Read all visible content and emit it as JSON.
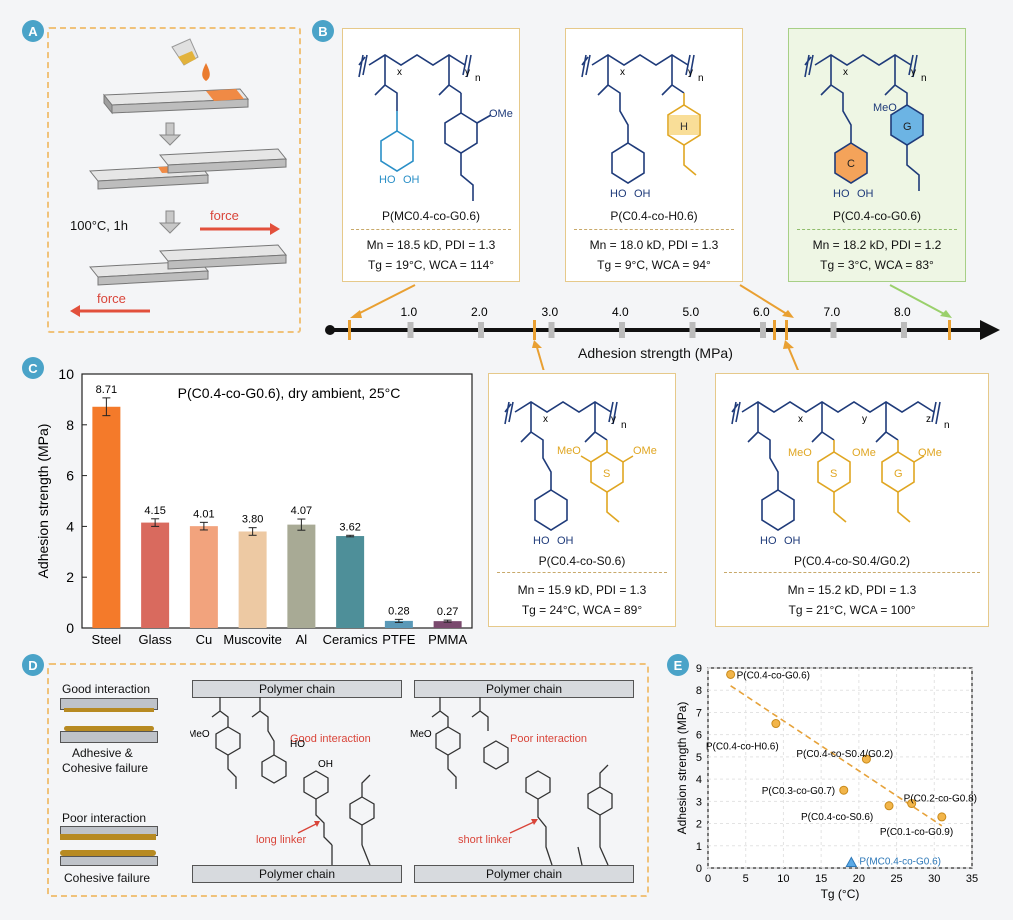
{
  "panels": {
    "a": "A",
    "b": "B",
    "c": "C",
    "d": "D",
    "e": "E"
  },
  "panel_a": {
    "condition": "100°C, 1h",
    "force_right": "force",
    "force_left": "force"
  },
  "polymers": [
    {
      "name": "P(MC0.4-co-G0.6)",
      "line1": "Mn = 18.5 kD, PDI = 1.3",
      "line2": "Tg = 19°C, WCA = 114°",
      "ring_labels": [
        "HO",
        "OH",
        "OMe"
      ],
      "subs": [
        "x",
        "y",
        "n"
      ]
    },
    {
      "name": "P(C0.4-co-H0.6)",
      "line1": "Mn = 18.0 kD, PDI = 1.3",
      "line2": "Tg = 9°C, WCA = 94°",
      "ring_labels": [
        "HO",
        "OH",
        "H"
      ],
      "subs": [
        "x",
        "y",
        "n"
      ]
    },
    {
      "name": "P(C0.4-co-G0.6)",
      "line1": "Mn = 18.2 kD, PDI = 1.2",
      "line2": "Tg = 3°C, WCA = 83°",
      "ring_labels": [
        "HO",
        "OH",
        "MeO",
        "C",
        "G"
      ],
      "subs": [
        "x",
        "y",
        "n"
      ]
    },
    {
      "name": "P(C0.4-co-S0.6)",
      "line1": "Mn = 15.9 kD, PDI = 1.3",
      "line2": "Tg = 24°C, WCA = 89°",
      "ring_labels": [
        "HO",
        "OH",
        "MeO",
        "OMe",
        "S"
      ],
      "subs": [
        "x",
        "y",
        "n"
      ]
    },
    {
      "name": "P(C0.4-co-S0.4/G0.2)",
      "line1": "Mn = 15.2 kD, PDI = 1.3",
      "line2": "Tg = 21°C, WCA = 100°",
      "ring_labels": [
        "HO",
        "OH",
        "MeO",
        "OMe",
        "MeO",
        "OMe",
        "S",
        "G"
      ],
      "subs": [
        "x",
        "y",
        "z",
        "n"
      ]
    }
  ],
  "axis_b": {
    "title": "Adhesion strength (MPa)",
    "ticks": [
      "1.0",
      "2.0",
      "3.0",
      "4.0",
      "5.0",
      "6.0",
      "7.0",
      "8.0"
    ]
  },
  "panel_d": {
    "good_interaction": "Good interaction",
    "adhesive_failure_1": "Adhesive &",
    "adhesive_failure_2": "Cohesive failure",
    "poor_interaction": "Poor interaction",
    "cohesive_failure": "Cohesive failure",
    "polymer_chain": "Polymer chain",
    "good_label": "Good interaction",
    "poor_label": "Poor interaction",
    "long_linker": "long linker",
    "short_linker": "short linker",
    "atom_labels": [
      "MeO",
      "HO",
      "OH",
      "MeO"
    ]
  },
  "chart_data": [
    {
      "type": "bar",
      "title": "P(C0.4-co-G0.6), dry ambient, 25°C",
      "xlabel": "",
      "ylabel": "Adhesion strength (MPa)",
      "ylim": [
        0,
        10
      ],
      "yticks": [
        "0",
        "2",
        "4",
        "6",
        "8",
        "10"
      ],
      "categories": [
        "Steel",
        "Glass",
        "Cu",
        "Muscovite",
        "Al",
        "Ceramics",
        "PTFE",
        "PMMA"
      ],
      "values": [
        8.71,
        4.15,
        4.01,
        3.8,
        4.07,
        3.62,
        0.28,
        0.27
      ],
      "labels": [
        "8.71",
        "4.15",
        "4.01",
        "3.80",
        "4.07",
        "3.62",
        "0.28",
        "0.27"
      ],
      "errors": [
        0.35,
        0.15,
        0.15,
        0.15,
        0.22,
        0.03,
        0.06,
        0.04
      ],
      "colors": [
        "#f47a2a",
        "#d96a5e",
        "#f2a37d",
        "#edc9a3",
        "#a8aa95",
        "#4e8f99",
        "#5a99b8",
        "#7a4a6e"
      ]
    },
    {
      "type": "scatter",
      "xlabel": "Tg (°C)",
      "ylabel": "Adhesion strength (MPa)",
      "xlim": [
        0,
        35
      ],
      "ylim": [
        0,
        9
      ],
      "xticks": [
        "0",
        "5",
        "10",
        "15",
        "20",
        "25",
        "30",
        "35"
      ],
      "yticks": [
        "0",
        "1",
        "2",
        "3",
        "4",
        "5",
        "6",
        "7",
        "8",
        "9"
      ],
      "grid": true,
      "points": [
        {
          "label": "P(C0.4-co-G0.6)",
          "x": 3,
          "y": 8.71
        },
        {
          "label": "P(C0.4-co-H0.6)",
          "x": 9,
          "y": 6.5
        },
        {
          "label": "P(C0.4-co-S0.4/G0.2)",
          "x": 21,
          "y": 4.9
        },
        {
          "label": "P(C0.3-co-G0.7)",
          "x": 18,
          "y": 3.5
        },
        {
          "label": "P(C0.2-co-G0.8)",
          "x": 27,
          "y": 2.9
        },
        {
          "label": "P(C0.4-co-S0.6)",
          "x": 24,
          "y": 2.8
        },
        {
          "label": "P(C0.1-co-G0.9)",
          "x": 31,
          "y": 2.3
        }
      ],
      "special_point": {
        "label": "P(MC0.4-co-G0.6)",
        "x": 19,
        "y": 0.25
      },
      "trendline": [
        [
          3,
          8.2
        ],
        [
          31,
          1.9
        ]
      ]
    }
  ]
}
